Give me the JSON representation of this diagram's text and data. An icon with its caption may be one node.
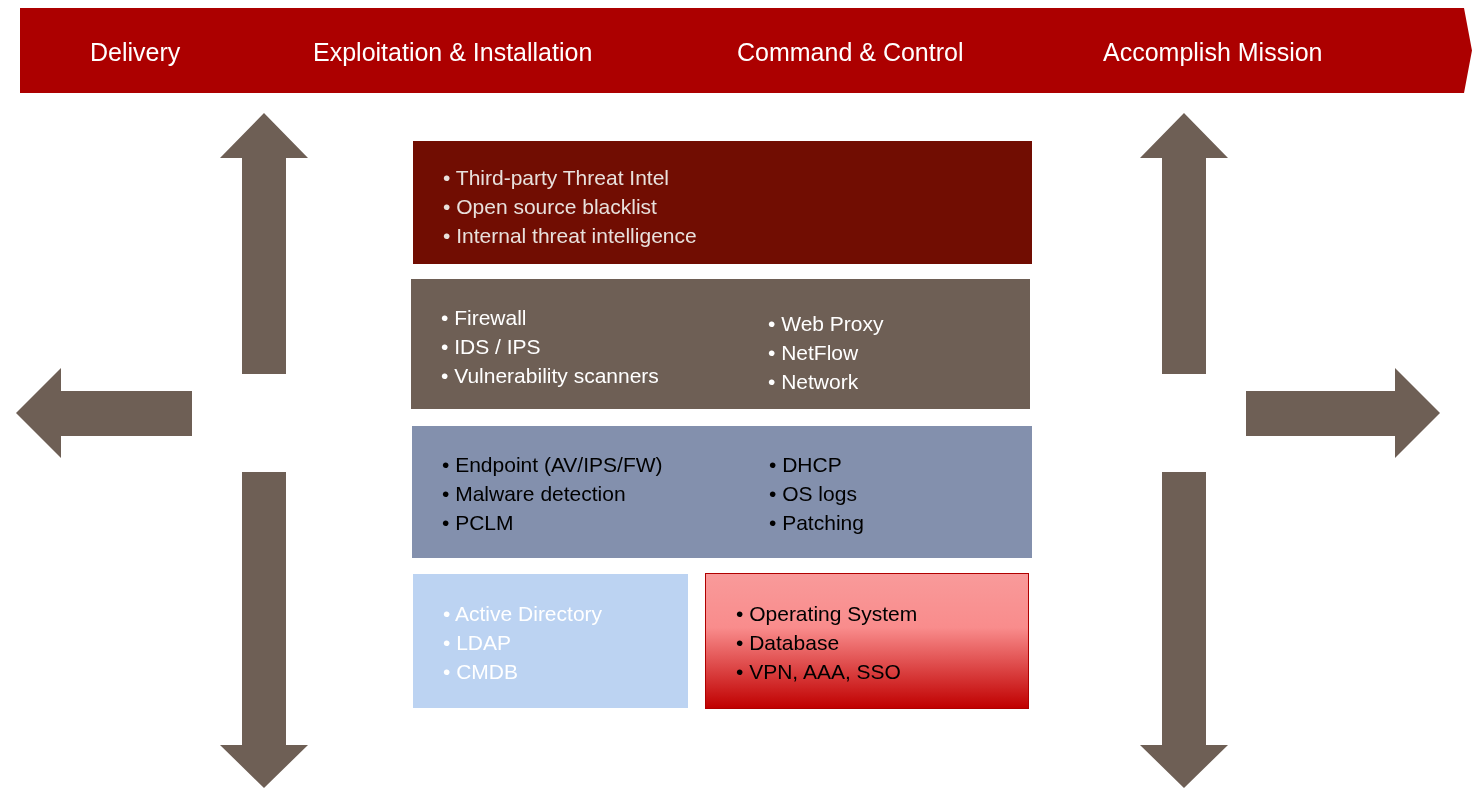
{
  "diagram": {
    "nodes": [
      {
        "text": [
          "Delivery",
          "Exploitation & Installation",
          "Command & Control",
          "Accomplish Mission"
        ]
      },
      {
        "text": [
          "• Third-party Threat Intel",
          "• Open source blacklist",
          "• Internal threat intelligence"
        ]
      },
      {
        "text": [
          "• Firewall",
          "• IDS / IPS",
          "• Vulnerability scanners",
          "• Web Proxy",
          "• NetFlow",
          "• Network"
        ]
      },
      {
        "text": [
          "• Endpoint (AV/IPS/FW)",
          "• Malware detection",
          "• PCLM",
          "• DHCP",
          "• OS logs",
          "• Patching"
        ]
      },
      {
        "text": [
          "• Active Directory",
          "• LDAP",
          "• CMDB"
        ]
      },
      {
        "text": [
          "• Operating System",
          "• Database",
          "• VPN, AAA, SSO"
        ]
      }
    ],
    "edges": []
  }
}
